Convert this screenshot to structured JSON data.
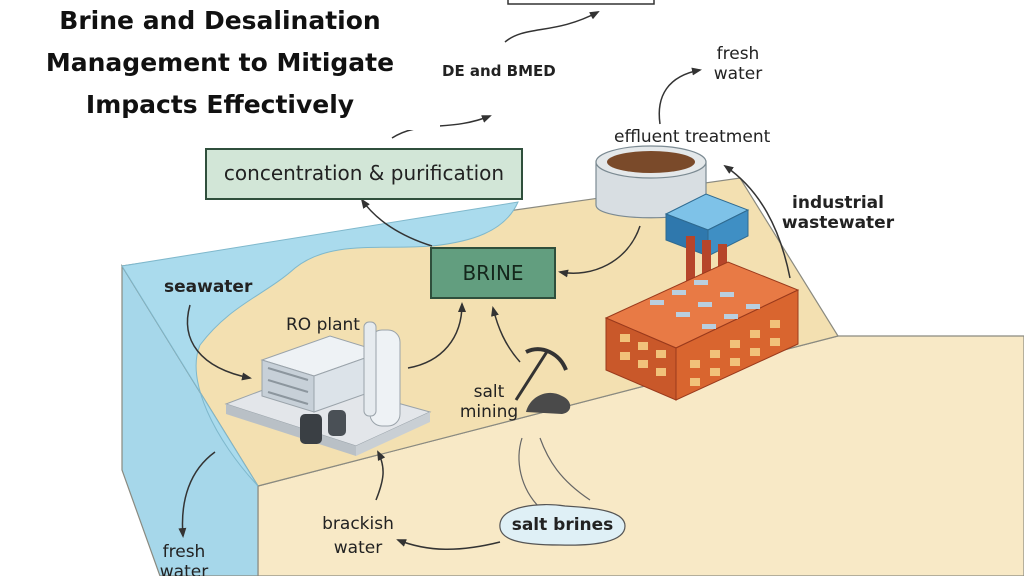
{
  "title": {
    "line1": "Brine and Desalination",
    "line2": "Management to Mitigate",
    "line3": "Impacts Effectively"
  },
  "labels": {
    "de_bmed": "DE and BMED",
    "fresh_water_top_1": "fresh",
    "fresh_water_top_2": "water",
    "effluent_treatment": "effluent treatment",
    "industrial_wastewater_1": "industrial",
    "industrial_wastewater_2": "wastewater",
    "concentration_purification": "concentration & purification",
    "brine": "BRINE",
    "seawater": "seawater",
    "ro_plant": "RO plant",
    "salt_mining_1": "salt",
    "salt_mining_2": "mining",
    "brackish_water_1": "brackish",
    "brackish_water_2": "water",
    "salt_brines": "salt brines",
    "fresh_water_bottom_1": "fresh",
    "fresh_water_bottom_2": "water"
  },
  "colors": {
    "ground_top": "#f3e0b1",
    "ground_side": "#f8e9c6",
    "water": "#aadbed",
    "box_fill": "#d2e6d7",
    "box_dark_fill": "#629e7f",
    "box_stroke": "#2f4f3c",
    "factory_orange": "#d9652f",
    "building_blue": "#3f8fc4"
  }
}
